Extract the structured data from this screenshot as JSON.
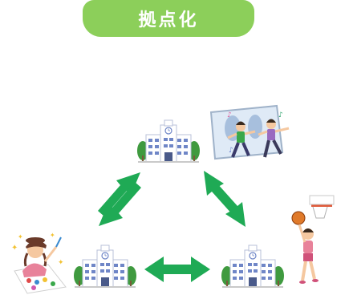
{
  "title": "拠点化",
  "colors": {
    "title_badge": "#8ccf5a",
    "arrow": "#1faa55",
    "school_wall": "#ffffff",
    "school_window": "#6f86c7",
    "tree": "#3f9a3f"
  },
  "nodes": [
    {
      "id": "top",
      "scene": "school with dance mirror"
    },
    {
      "id": "bottom-left",
      "scene": "school with painting child"
    },
    {
      "id": "bottom-right",
      "scene": "school with basketball player"
    }
  ]
}
